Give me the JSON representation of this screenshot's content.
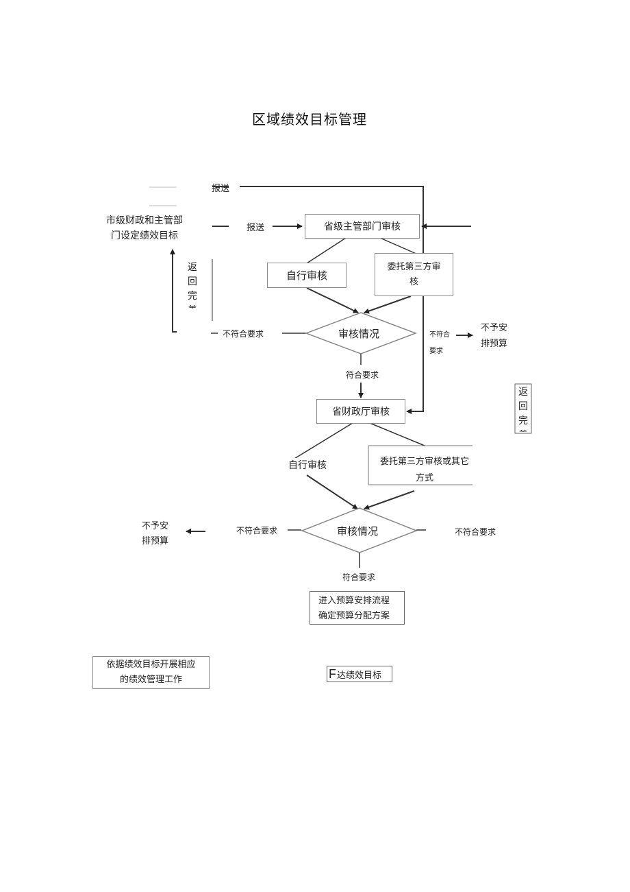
{
  "title": "区域绩效目标管理",
  "nodes": {
    "city_finance_line1": "市级财政和主管部",
    "city_finance_line2": "门设定绩效目标",
    "report1": "报送",
    "report2": "报送",
    "prov_dept_review": "省级主管部门审核",
    "self_review_1": "自行审核",
    "third_party_1_line1": "委托第三方审",
    "third_party_1_line2": "核",
    "return_left_chars": [
      "返",
      "回",
      "完",
      "善"
    ],
    "review_status_1": "审核情况",
    "not_meet_1_left": "不符合要求",
    "not_meet_1_right_line1": "不符合",
    "not_meet_1_right_line2": "要求",
    "no_budget_1_line1": "不予安",
    "no_budget_1_line2": "排预算",
    "meet_1": "符合要求",
    "prov_finance_review": "省财政厅审核",
    "return_right_chars": [
      "返",
      "回",
      "完",
      "善"
    ],
    "self_review_2": "自行审核",
    "third_party_2_line1": "委托第三方审核或其它",
    "third_party_2_line2": "方式",
    "review_status_2": "审核情况",
    "not_meet_2_left": "不符合要求",
    "not_meet_2_right": "不符合要求",
    "no_budget_2_line1": "不予安",
    "no_budget_2_line2": "排预算",
    "meet_2": "符合要求",
    "budget_process_line1": "进入预算安排流程",
    "budget_process_line2": "确定预算分配方案",
    "perf_work_line1": "依据绩效目标开展相应",
    "perf_work_line2": "的绩效管理工作",
    "issue_prefix": "F",
    "issue_targets": "达绩效目标"
  }
}
